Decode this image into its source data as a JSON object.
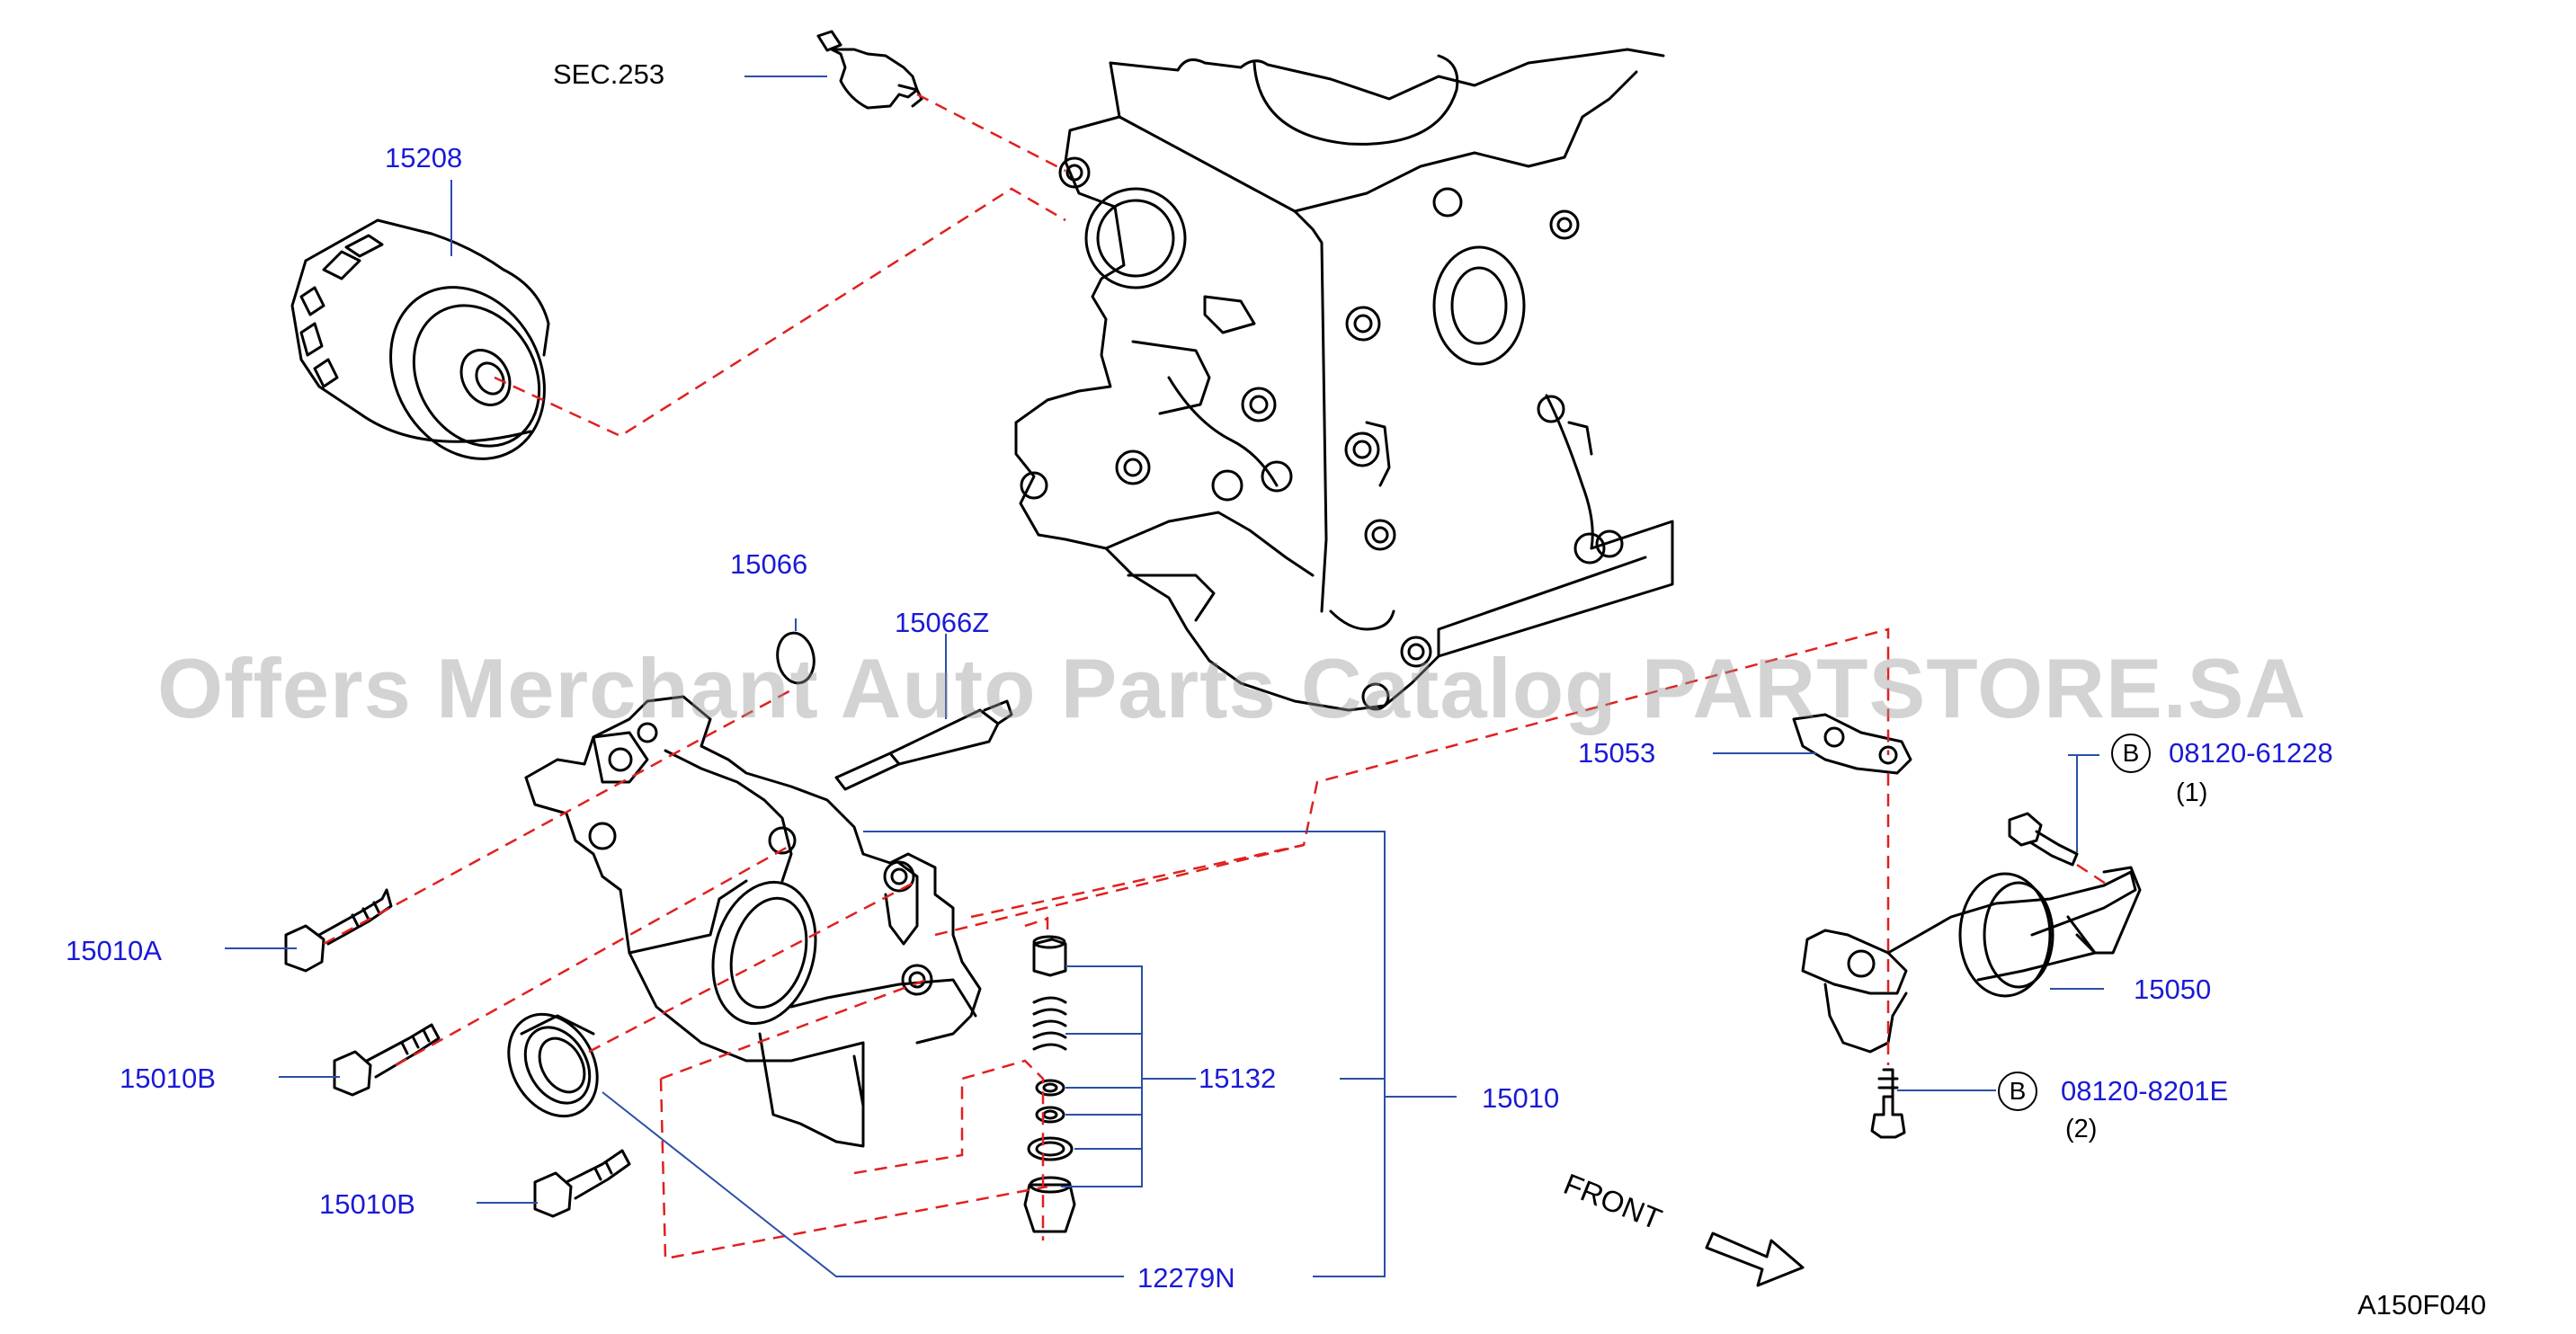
{
  "labels": {
    "sec253": "SEC.253",
    "p15208": "15208",
    "p15066": "15066",
    "p15066Z": "15066Z",
    "p15053": "15053",
    "p15010A": "15010A",
    "p15010B_1": "15010B",
    "p15010B_2": "15010B",
    "p15132": "15132",
    "p15010": "15010",
    "p12279N": "12279N",
    "p15050": "15050",
    "bolt1": "08120-61228",
    "bolt1_qty": "(1)",
    "bolt2": "08120-8201E",
    "bolt2_qty": "(2)",
    "b_marker": "B",
    "front": "FRONT",
    "diagram_code": "A150F040"
  },
  "watermark": "Offers Merchant Auto Parts Catalog PARTSTORE.SA",
  "colors": {
    "part_number": "#1a1ad6",
    "leader_line": "#2a4fa8",
    "dashed_line": "#e02020",
    "drawing": "#000000",
    "watermark": "#969696"
  }
}
